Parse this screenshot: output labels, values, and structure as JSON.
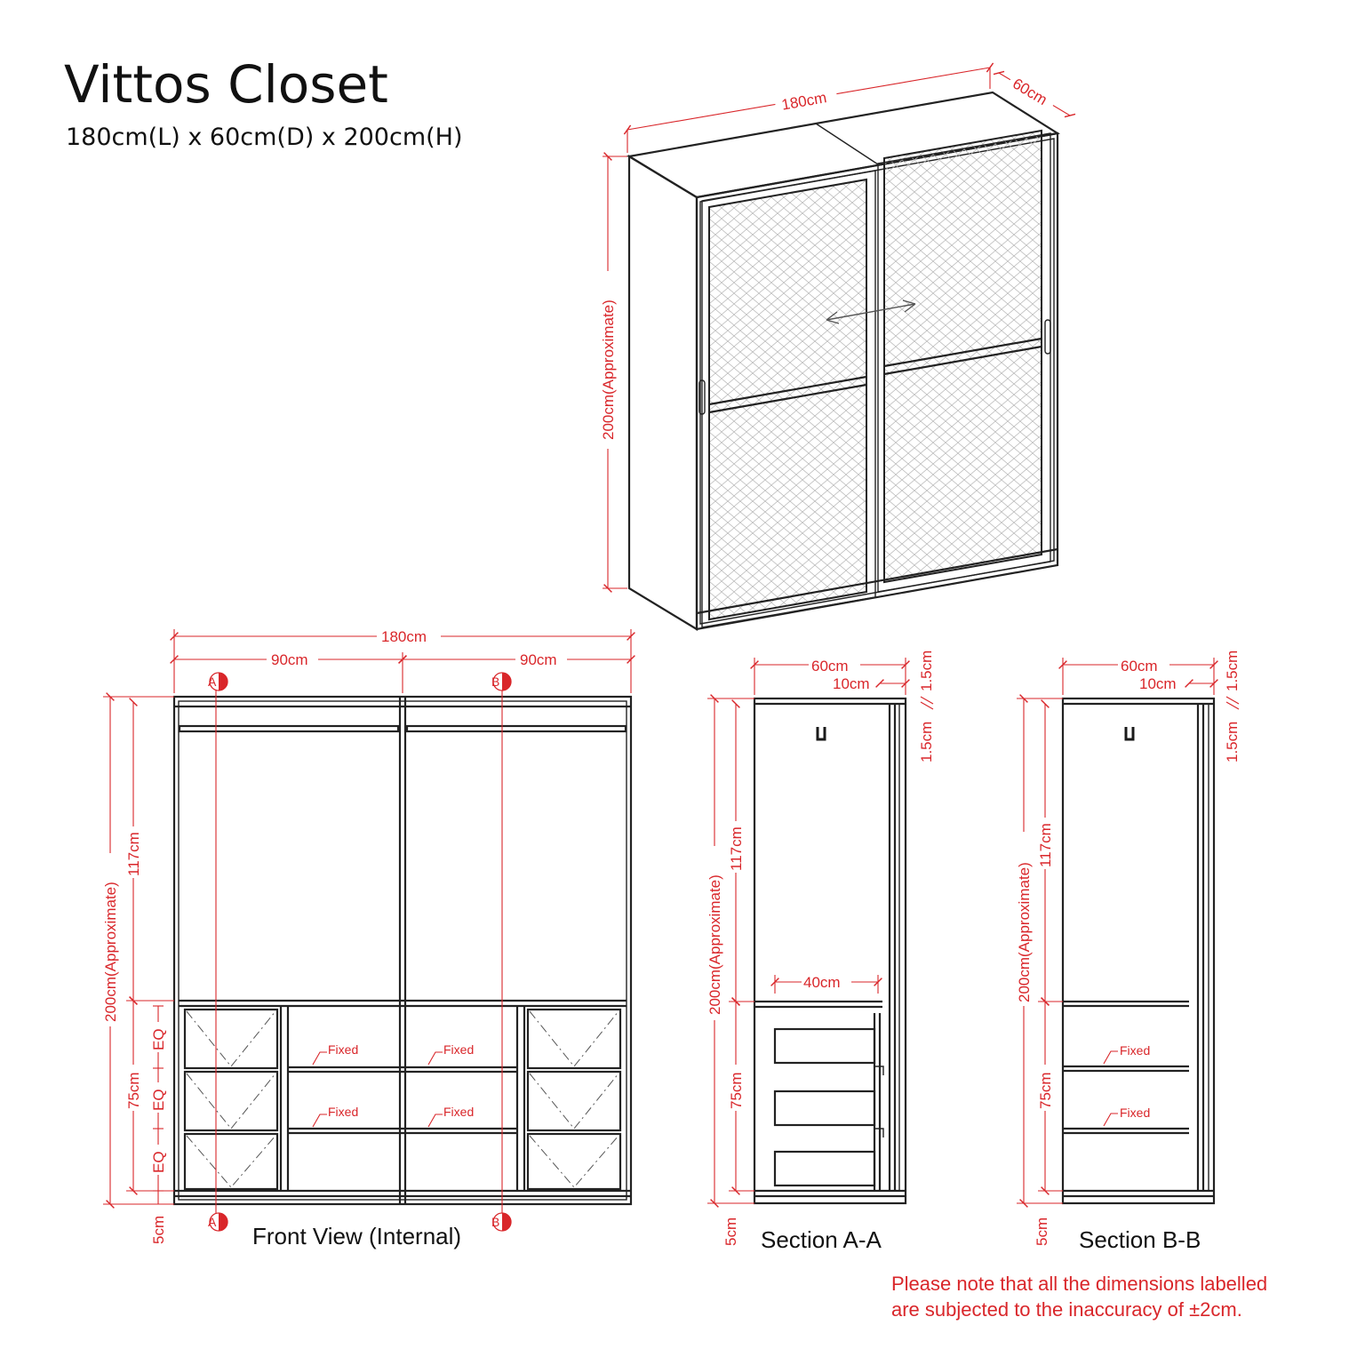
{
  "header": {
    "title": "Vittos Closet",
    "dimensions": "180cm(L) x 60cm(D) x 200cm(H)"
  },
  "iso_view": {
    "width_label": "180cm",
    "depth_label": "60cm",
    "height_label": "200cm(Approximate)"
  },
  "front_view": {
    "caption": "Front  View (Internal)",
    "total_width": "180cm",
    "left_width": "90cm",
    "right_width": "90cm",
    "height": "200cm(Approximate)",
    "upper_height": "117cm",
    "lower_height": "75cm",
    "base_height": "5cm",
    "eq": [
      "EQ",
      "EQ",
      "EQ"
    ],
    "section_a_marker": "A",
    "section_b_marker": "B",
    "shelf_labels": [
      "Fixed",
      "Fixed",
      "Fixed",
      "Fixed"
    ]
  },
  "section_a": {
    "caption": "Section A-A",
    "depth": "60cm",
    "door_gap": "10cm",
    "top_thickness": "1.5cm",
    "side_thickness": "1.5cm",
    "height": "200cm(Approximate)",
    "upper_height": "117cm",
    "lower_height": "75cm",
    "base_height": "5cm",
    "drawer_depth": "40cm"
  },
  "section_b": {
    "caption": "Section B-B",
    "depth": "60cm",
    "door_gap": "10cm",
    "top_thickness": "1.5cm",
    "side_thickness": "1.5cm",
    "height": "200cm(Approximate)",
    "upper_height": "117cm",
    "lower_height": "75cm",
    "base_height": "5cm",
    "shelf_labels": [
      "Fixed",
      "Fixed"
    ]
  },
  "note": {
    "line1": "Please note that all the dimensions labelled",
    "line2": "are subjected to the inaccuracy of ±2cm."
  }
}
